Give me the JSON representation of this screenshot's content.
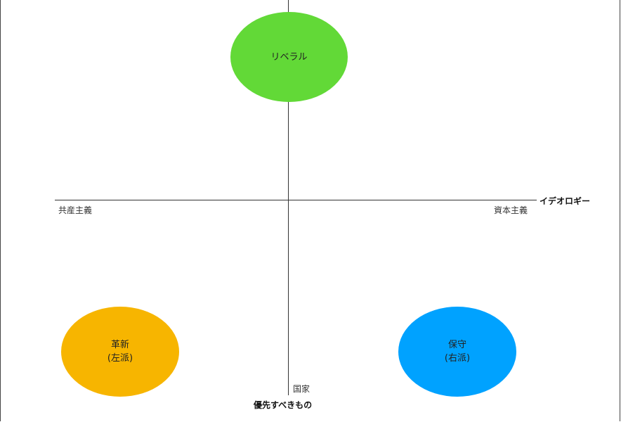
{
  "axes": {
    "horizontal": {
      "title": "イデオロギー",
      "left_label": "共産主義",
      "right_label": "資本主義"
    },
    "vertical": {
      "title": "優先すべきもの",
      "bottom_label": "国家"
    }
  },
  "nodes": {
    "liberal": {
      "label": "リベラル",
      "color": "#62d937"
    },
    "kakushin": {
      "label": "革新",
      "sublabel": "(左派)",
      "color": "#f7b500"
    },
    "hoshu": {
      "label": "保守",
      "sublabel": "(右派)",
      "color": "#00a2ff"
    }
  }
}
